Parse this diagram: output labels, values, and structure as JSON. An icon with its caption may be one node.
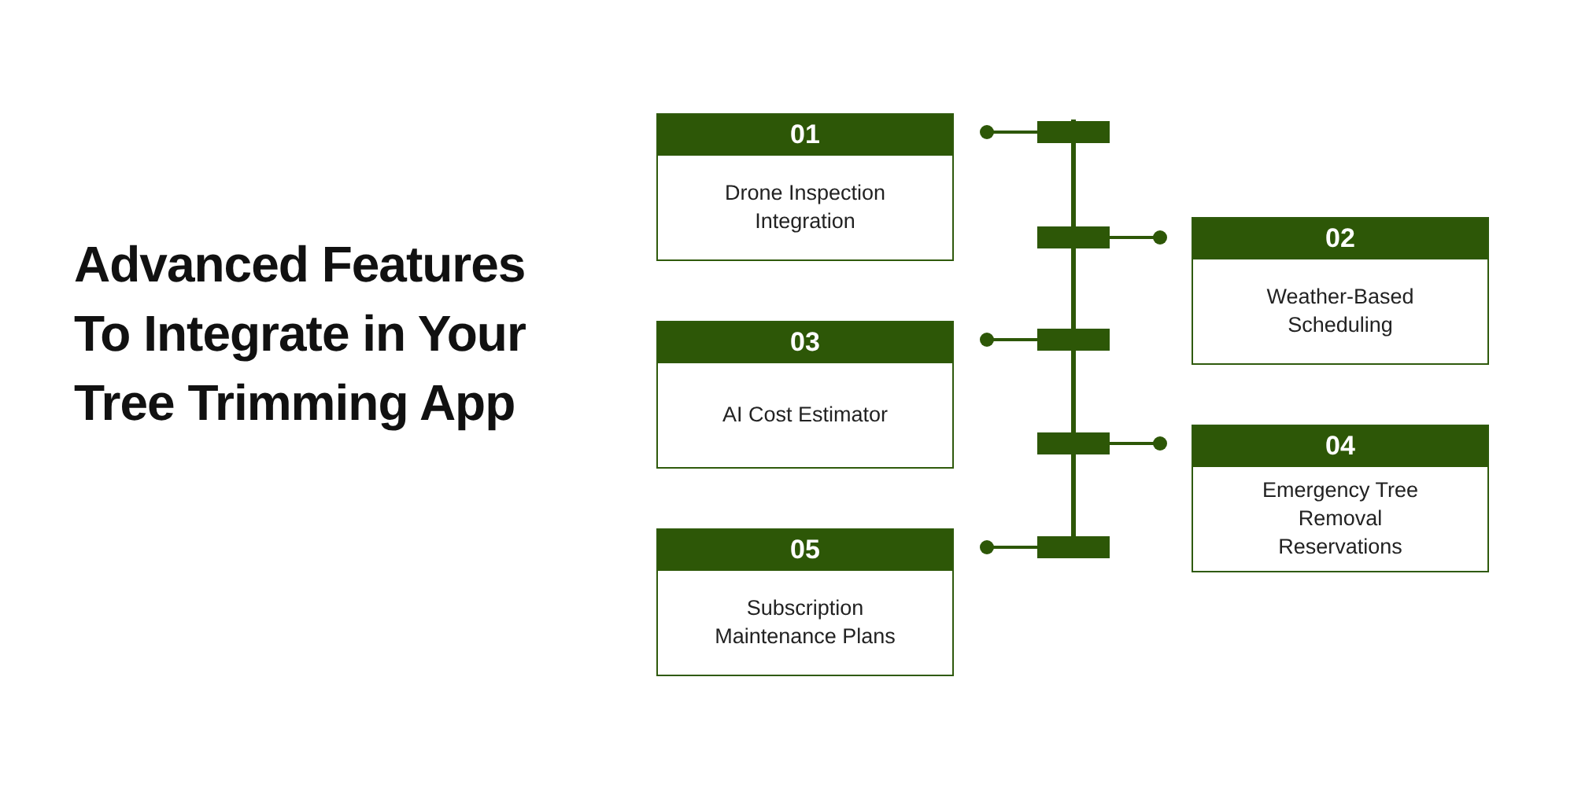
{
  "diagram": {
    "title": "Advanced Features To Integrate in Your Tree Trimming App",
    "nodes": [
      {
        "text": [
          "01",
          "Drone Inspection Integration"
        ]
      },
      {
        "text": [
          "02",
          "Weather-Based Scheduling"
        ]
      },
      {
        "text": [
          "03",
          "AI Cost Estimator"
        ]
      },
      {
        "text": [
          "04",
          "Emergency Tree Removal Reservations"
        ]
      },
      {
        "text": [
          "05",
          "Subscription Maintenance Plans"
        ]
      }
    ]
  }
}
